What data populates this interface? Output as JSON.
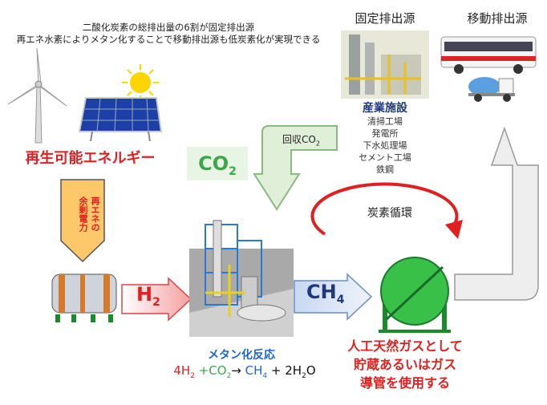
{
  "header": {
    "line1": "二酸化炭素の総排出量の6割が固定排出源",
    "line2": "再エネ水素によりメタン化することで移動排出源も低炭素化が実現できる"
  },
  "fixed_source": {
    "title": "固定排出源",
    "category": "産業施設",
    "items": [
      "清掃工場",
      "発電所",
      "下水処理場",
      "セメント工場",
      "鉄鋼"
    ]
  },
  "mobile_source": {
    "title": "移動排出源"
  },
  "renewable": {
    "label": "再生可能エネルギー",
    "surplus_line1": "再エネの",
    "surplus_line2": "余剰電力"
  },
  "co2": {
    "label": "CO",
    "sub": "2",
    "recovered": "回収CO",
    "recovered_sub": "2"
  },
  "h2": {
    "label": "H",
    "sub": "2"
  },
  "ch4": {
    "label": "CH",
    "sub": "4"
  },
  "cycle": {
    "label": "炭素循環"
  },
  "reaction": {
    "title": "メタン化反応",
    "eq_a": "4H",
    "eq_a_sub": "2",
    "eq_b": " +CO",
    "eq_b_sub": "2",
    "eq_arrow": "→ ",
    "eq_c": "CH",
    "eq_c_sub": "4",
    "eq_d": " + 2H",
    "eq_d_sub": "2",
    "eq_e": "O"
  },
  "storage": {
    "line1": "人工天然ガスとして",
    "line2": "貯蔵あるいはガス",
    "line3": "導管を使用する"
  },
  "colors": {
    "red": "#e02020",
    "navy": "#1f3a7a",
    "green": "#3aa84a",
    "blue": "#1f66c8"
  }
}
